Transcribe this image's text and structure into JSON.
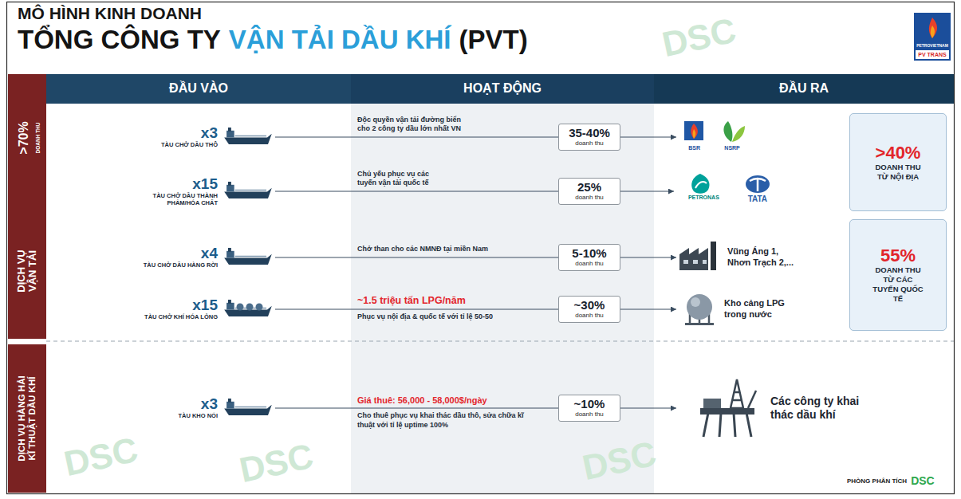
{
  "diagram": {
    "title": "MÔ HÌNH KINH DOANH",
    "nodes": [
      {
        "text": [
          ">70%",
          "DOANH THU",
          "DỊCH VỤ VẬN TẢI"
        ]
      },
      {
        "text": [
          "x3",
          "TÀU CHỞ DẦU THÔ"
        ]
      },
      {
        "text": [
          "35-40%",
          "doanh thu"
        ]
      },
      {
        "text": [
          "BSR",
          "NSRP"
        ]
      },
      {
        "text": [
          ">40%",
          "DOANH THU TỪ NỘI ĐỊA"
        ]
      },
      {
        "text": [
          "x15",
          "TÀU CHỞ DẦU THÀNH PHẨM/HÓA CHẤT"
        ]
      },
      {
        "text": [
          "25%",
          "doanh thu"
        ]
      },
      {
        "text": [
          "PETRONAS",
          "TATA"
        ]
      },
      {
        "text": [
          "x4",
          "TÀU CHỞ DẦU HÀNG RỜI"
        ]
      },
      {
        "text": [
          "5-10%",
          "doanh thu"
        ]
      },
      {
        "text": [
          "Vũng Áng 1, Nhơn Trạch 2,..."
        ]
      },
      {
        "text": [
          "55%",
          "DOANH THU TỪ CÁC TUYẾN QUỐC TẾ"
        ]
      },
      {
        "text": [
          "x15",
          "TÀU CHỞ KHÍ HÓA LỎNG"
        ]
      },
      {
        "text": [
          "~30%",
          "doanh thu"
        ]
      },
      {
        "text": [
          "Kho cảng LPG trong nước"
        ]
      },
      {
        "text": [
          "DỊCH VỤ HÀNG HẢI KĨ THUẬT DẦU KHÍ"
        ]
      },
      {
        "text": [
          "x3",
          "TÀU KHO NỔI"
        ]
      },
      {
        "text": [
          "~10%",
          "doanh thu"
        ]
      },
      {
        "text": [
          "Các công ty khai thác dầu khí"
        ]
      }
    ],
    "edges": [
      {
        "from": 1,
        "to": 2,
        "arrow": "none"
      },
      {
        "from": 2,
        "to": 3,
        "arrow": "to"
      },
      {
        "from": 5,
        "to": 6,
        "arrow": "none"
      },
      {
        "from": 6,
        "to": 7,
        "arrow": "to"
      },
      {
        "from": 8,
        "to": 9,
        "arrow": "none"
      },
      {
        "from": 9,
        "to": 10,
        "arrow": "to"
      },
      {
        "from": 12,
        "to": 13,
        "arrow": "none"
      },
      {
        "from": 13,
        "to": 14,
        "arrow": "to"
      },
      {
        "from": 16,
        "to": 17,
        "arrow": "none"
      },
      {
        "from": 17,
        "to": 18,
        "arrow": "to"
      }
    ],
    "labels": [
      "TỔNG CÔNG TY",
      "VẬN TẢI DẦU KHÍ",
      "(PVT)",
      "PETROVIETNAM",
      "PV TRANS",
      "ĐẦU VÀO",
      "HOẠT ĐỘNG",
      "ĐẦU RA",
      "Độc quyền vận tải đường biển cho 2 công ty dầu lớn nhất VN",
      "Chủ yếu phục vụ các tuyến vận tải quốc tế",
      "Chở than cho các NMNĐ tại miền Nam",
      "~1.5 triệu tấn LPG/năm",
      "Phục vụ nội địa & quốc tế với tỉ lệ 50-50",
      "Giá thuê: 56,000 - 58,000$/ngày",
      "Cho thuê phục vụ khai thác dầu thô, sửa chữa kĩ thuật với tỉ lệ uptime 100%",
      "PHÒNG PHÂN TÍCH",
      "DSC",
      "DSC",
      "DSC",
      "DSC",
      "DSC"
    ]
  }
}
